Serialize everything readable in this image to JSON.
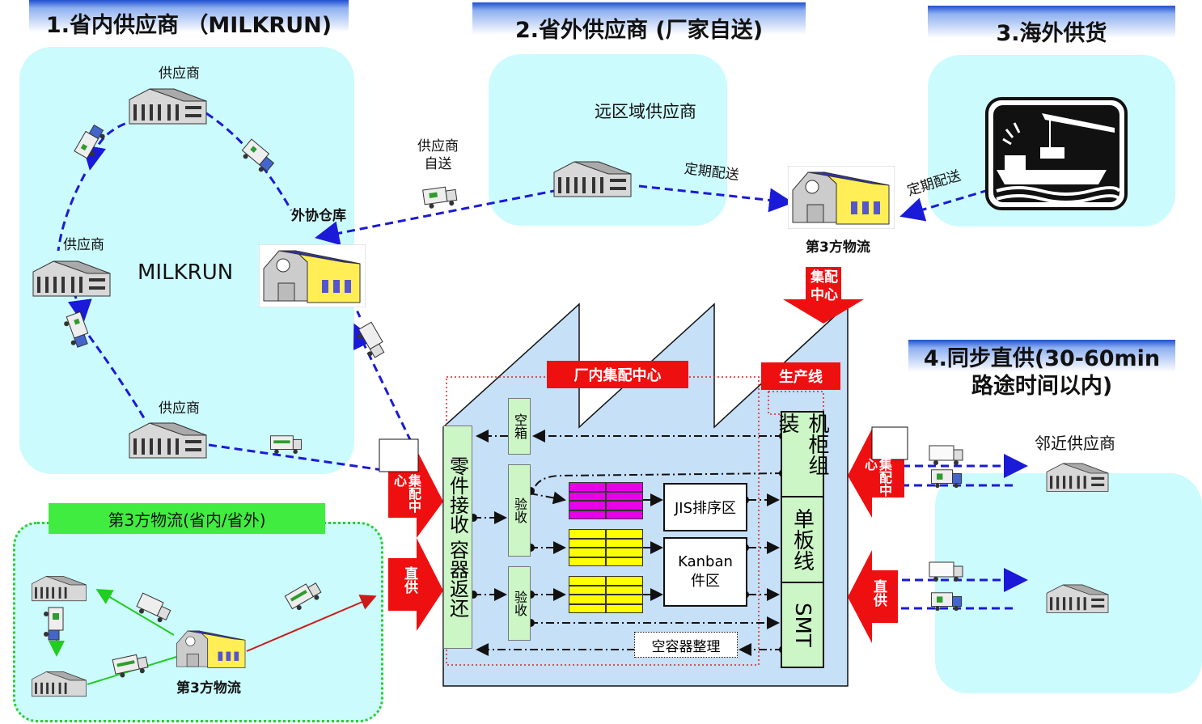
{
  "headers": {
    "h1": "1.省内供应商 （MILKRUN)",
    "h2": "2.省外供应商 (厂家自送)",
    "h3": "3.海外供货",
    "h4_line1": "4.同步直供(30-60min",
    "h4_line2": "路途时间以内)"
  },
  "milkrun": {
    "supplier_top": "供应商",
    "supplier_mid": "供应商",
    "supplier_bot": "供应商",
    "center": "MILKRUN",
    "warehouse": "外协仓库"
  },
  "outer": {
    "self_delivery_line1": "供应商",
    "self_delivery_line2": "自送",
    "remote_supplier": "远区域供应商",
    "regular_delivery_1": "定期配送",
    "regular_delivery_2": "定期配送",
    "third_party": "第3方物流"
  },
  "tags": {
    "hub_top": "集配中心",
    "hub_left": "集配中心",
    "direct_left": "直供",
    "hub_right": "集配中心",
    "direct_right": "直供",
    "factory_hub": "厂内集配中心",
    "production_line": "生产线"
  },
  "factory": {
    "receive": "零件接收 容器返还",
    "empty_box": "空箱",
    "inspect1": "验收",
    "inspect2": "验收",
    "jis": "JIS排序区",
    "kanban_line1": "Kanban",
    "kanban_line2": "件区",
    "empty_container": "空容器整理",
    "line_cabinet": "机柜组装",
    "line_board": "单板线",
    "line_smt": "SMT"
  },
  "tpl": {
    "title": "第3方物流(省内/省外)",
    "center": "第3方物流"
  },
  "nearby": {
    "supplier": "邻近供应商"
  },
  "colors": {
    "panel": "#ccfbfd",
    "factory": "#c6e0f8",
    "accent_red": "#ee1010",
    "arrow_blue": "#1a1ad8",
    "magenta": "#e800e8",
    "yellow": "#ffff00",
    "green_label": "#40ec40"
  }
}
